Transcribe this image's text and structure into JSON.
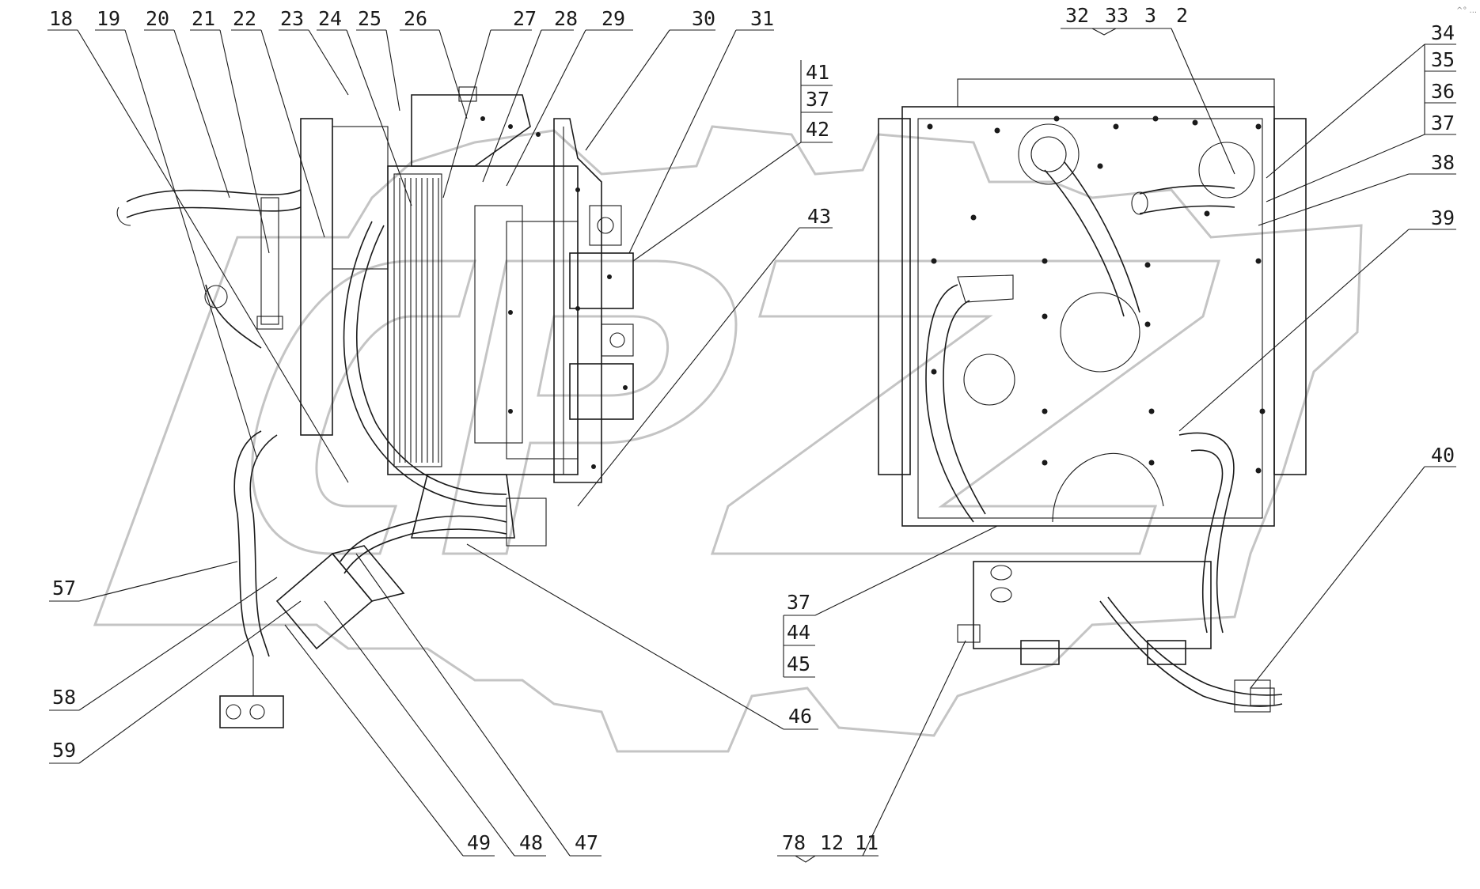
{
  "callouts": {
    "c18": "18",
    "c19": "19",
    "c20": "20",
    "c21": "21",
    "c22": "22",
    "c23": "23",
    "c24": "24",
    "c25": "25",
    "c26": "26",
    "c27": "27",
    "c28": "28",
    "c29": "29",
    "c30": "30",
    "c31": "31",
    "c32": "32",
    "c33": "33",
    "c3": "3",
    "c2": "2",
    "c34": "34",
    "c35": "35",
    "c36": "36",
    "c37a": "37",
    "c38": "38",
    "c39": "39",
    "c40": "40",
    "c41": "41",
    "c37b": "37",
    "c42": "42",
    "c43": "43",
    "c37c": "37",
    "c44": "44",
    "c45": "45",
    "c46": "46",
    "c47": "47",
    "c48": "48",
    "c49": "49",
    "c57": "57",
    "c58": "58",
    "c59": "59",
    "c78": "78",
    "c12": "12",
    "c11": "11"
  },
  "watermark": "CPZ",
  "corner_mark": "^° ..."
}
